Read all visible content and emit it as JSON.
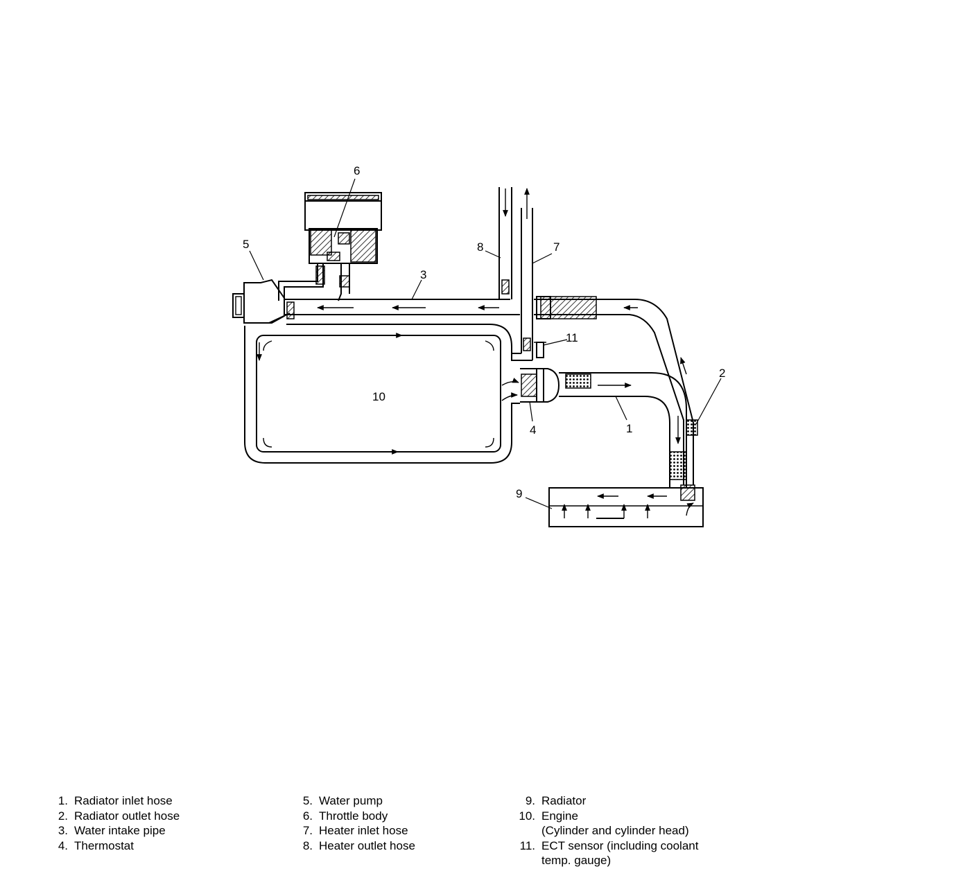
{
  "callouts": {
    "c1": "1",
    "c2": "2",
    "c3": "3",
    "c4": "4",
    "c5": "5",
    "c6": "6",
    "c7": "7",
    "c8": "8",
    "c9": "9",
    "c10": "10",
    "c11": "11"
  },
  "legend": {
    "col1": [
      {
        "num": "1.",
        "text": "Radiator inlet hose"
      },
      {
        "num": "2.",
        "text": "Radiator outlet hose"
      },
      {
        "num": "3.",
        "text": "Water intake pipe"
      },
      {
        "num": "4.",
        "text": "Thermostat"
      }
    ],
    "col2": [
      {
        "num": "5.",
        "text": "Water pump"
      },
      {
        "num": "6.",
        "text": "Throttle body"
      },
      {
        "num": "7.",
        "text": "Heater inlet hose"
      },
      {
        "num": "8.",
        "text": "Heater outlet hose"
      }
    ],
    "col3": [
      {
        "num": "9.",
        "text": "Radiator"
      },
      {
        "num": "10.",
        "text": "Engine"
      },
      {
        "num": "",
        "text": "(Cylinder and cylinder head)"
      },
      {
        "num": "11.",
        "text": "ECT sensor (including coolant"
      },
      {
        "num": "",
        "text": "temp. gauge)"
      }
    ]
  }
}
